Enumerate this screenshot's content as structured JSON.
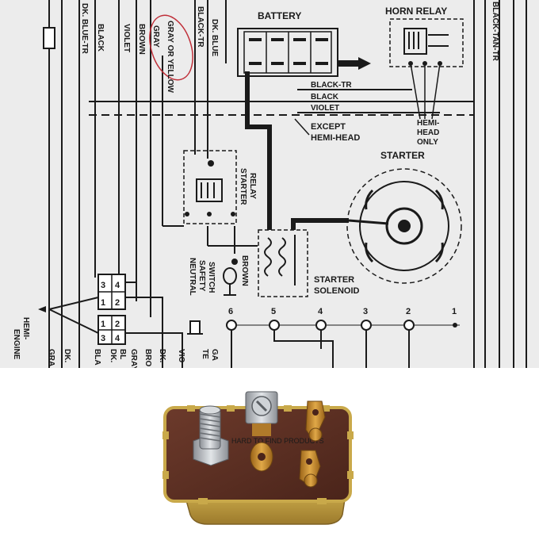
{
  "diagram": {
    "labels": {
      "battery": "BATTERY",
      "horn_relay": "HORN RELAY",
      "starter": "STARTER",
      "starter_relay_1": "STARTER",
      "starter_relay_2": "RELAY",
      "starter_solenoid_1": "STARTER",
      "starter_solenoid_2": "SOLENOID",
      "neutral_safety_1": "NEUTRAL",
      "neutral_safety_2": "SAFETY",
      "neutral_safety_3": "SWITCH",
      "except_hemi_1": "EXCEPT",
      "except_hemi_2": "HEMI-HEAD",
      "hemi_head_only_1": "HEMI-",
      "hemi_head_only_2": "HEAD",
      "hemi_head_only_3": "ONLY",
      "hemi_engine_1": "HEMI-",
      "hemi_engine_2": "ENGINE"
    },
    "wires": {
      "dk_blue_tr": "DK. BLUE-TR",
      "black": "BLACK",
      "violet": "VIOLET",
      "brown": "BROWN",
      "gray": "GRAY",
      "gray_or_yellow": "GRAY OR YELLOW",
      "black_tr": "BLACK-TR",
      "dk_blue": "DK. BLUE",
      "black_tan_tr": "BLACK-TAN-TR",
      "h_black_tr": "BLACK-TR",
      "h_black": "BLACK",
      "h_violet": "VIOLET",
      "brown_nss": "BROWN",
      "b_gra": "GRA",
      "b_dk": "DK.",
      "b_bla": "BLA",
      "b_gray": "GRAY",
      "b_dk2": "DK.",
      "b_bl": "BL",
      "b_bro": "BRO",
      "b_dk3": "DK.",
      "b_vio": "VIO",
      "b_tem": "TE",
      "b_ga": "GA"
    },
    "connector_pins": {
      "upper": [
        "3",
        "4",
        "1",
        "2"
      ],
      "lower": [
        "1",
        "2",
        "3",
        "4"
      ]
    },
    "terminals": [
      "6",
      "5",
      "4",
      "3",
      "2",
      "1"
    ],
    "colors": {
      "paper": "#ececec",
      "ink": "#1a1a1a",
      "annotation_circle": "#c0303a"
    }
  },
  "photo": {
    "watermark": "HARD TO FIND PRODUCTS",
    "colors": {
      "case_brown": "#5a2e22",
      "cover_gold": "#c9a94a",
      "terminal_brass": "#c98a2a",
      "stud_silver": "#b8bcc2"
    }
  }
}
